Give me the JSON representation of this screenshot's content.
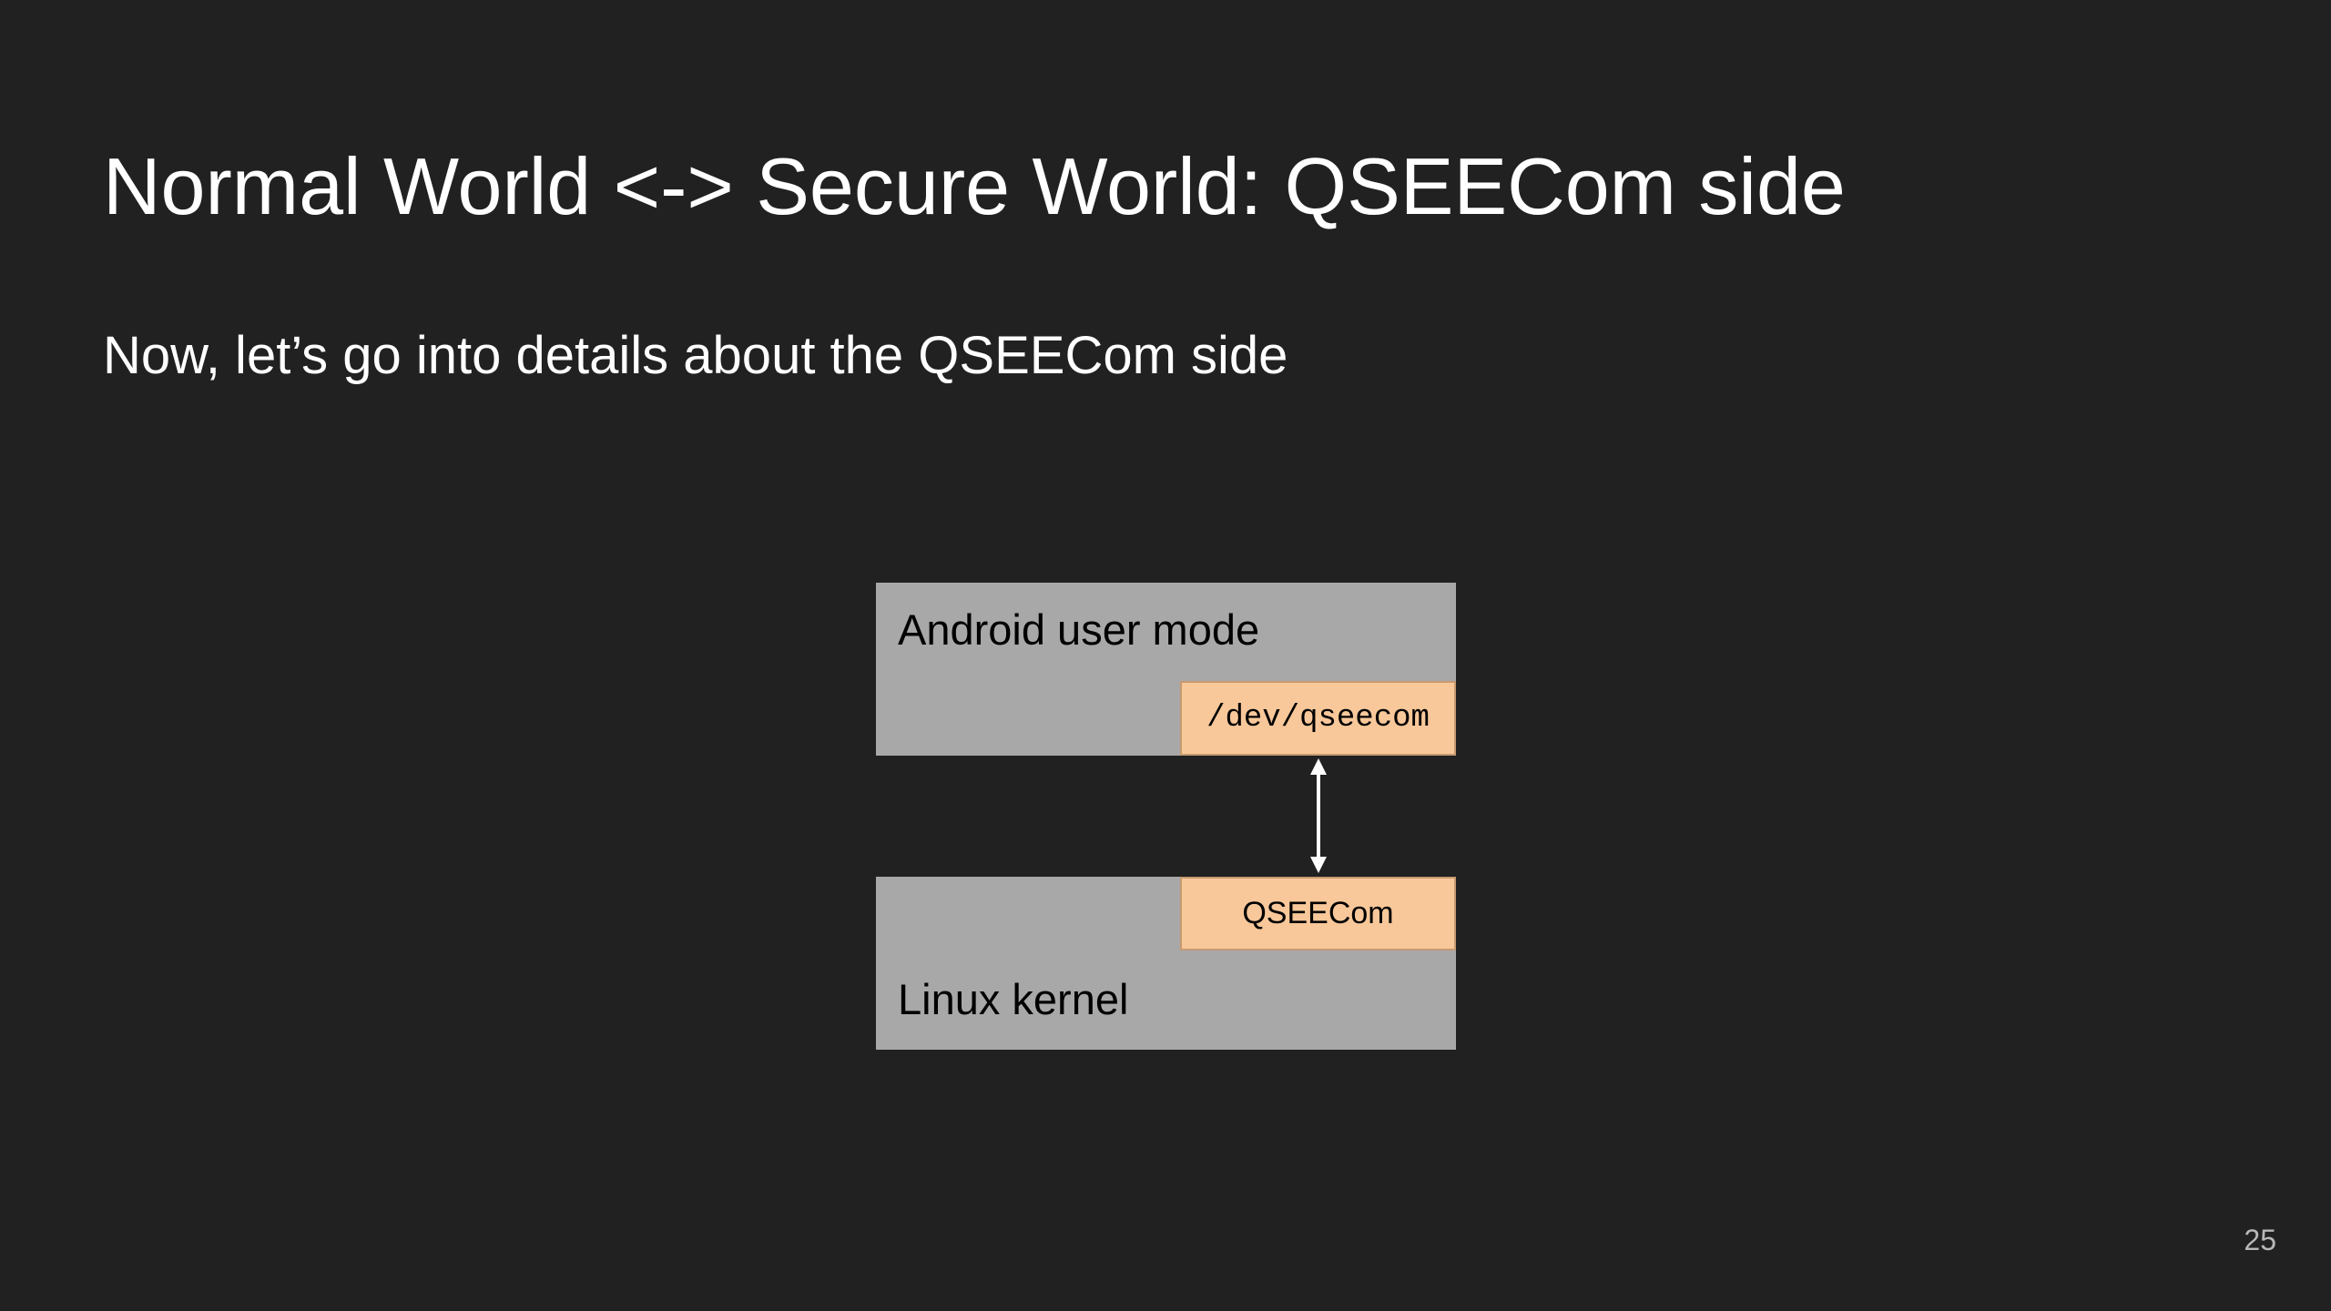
{
  "slide": {
    "title": "Normal World <-> Secure World: QSEECom side",
    "subtitle": "Now, let’s go into details about the QSEECom side",
    "page_number": "25"
  },
  "diagram": {
    "user_mode_label": "Android user mode",
    "device_node_label": "/dev/qseecom",
    "kernel_label": "Linux kernel",
    "driver_label": "QSEECom",
    "arrow_icon": "bidirectional-arrow-icon",
    "colors": {
      "box": "#a8a8a8",
      "tag": "#f8c89a",
      "background": "#212121"
    }
  }
}
